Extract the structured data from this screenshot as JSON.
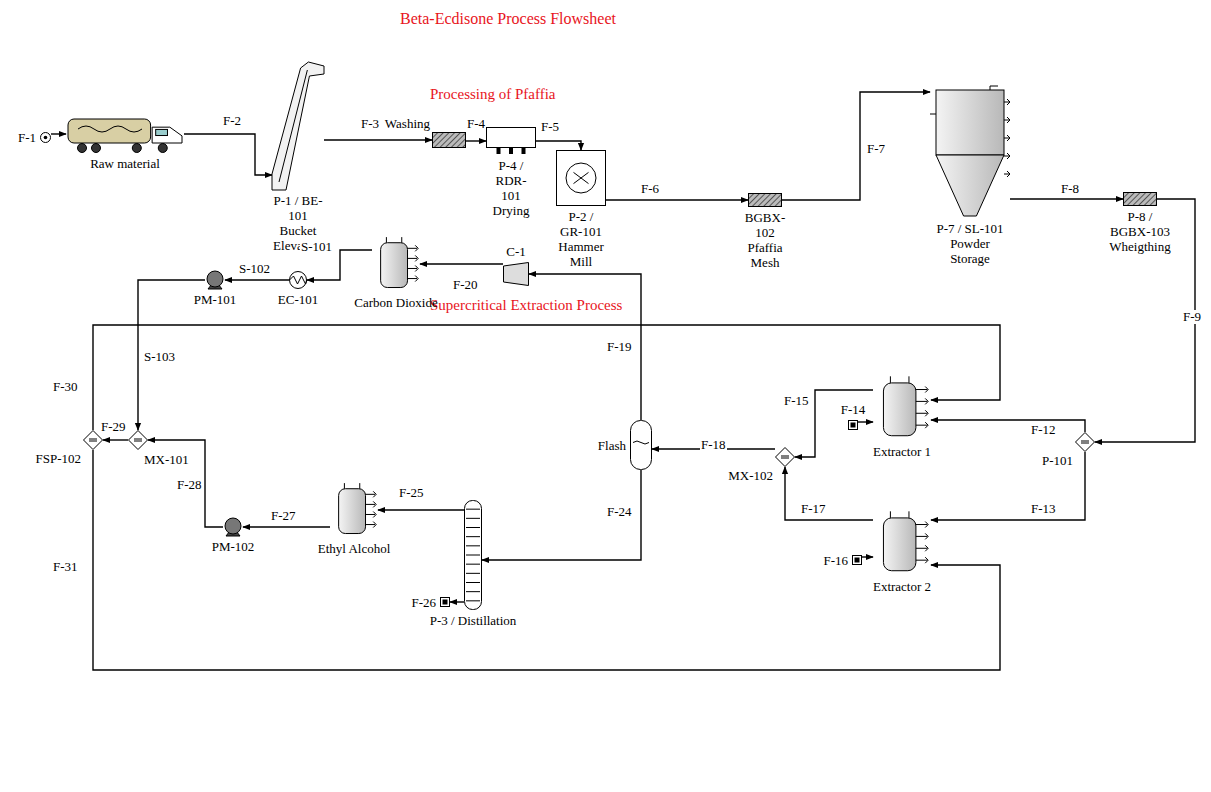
{
  "diagram": {
    "title": "Beta-Ecdisone Process Flowsheet",
    "nodes": [
      {
        "text": [
          "F-1"
        ]
      },
      {
        "text": [
          "Raw material"
        ]
      },
      {
        "text": [
          "P-1 / BE-101 Bucket Elevation"
        ]
      },
      {
        "text": [
          "Washing"
        ]
      },
      {
        "text": [
          "P-4 / RDR-101 Drying"
        ]
      },
      {
        "text": [
          "P-2 / GR-101 Hammer Mill"
        ]
      },
      {
        "text": [
          "BGBX-102 Pfaffia Mesh"
        ]
      },
      {
        "text": [
          "P-7 / SL-101 Powder Storage"
        ]
      },
      {
        "text": [
          "P-8 / BGBX-103 Wheigthing"
        ]
      },
      {
        "text": [
          "P-101"
        ]
      },
      {
        "text": [
          "Extractor 1"
        ]
      },
      {
        "text": [
          "F-14"
        ]
      },
      {
        "text": [
          "Extractor 2"
        ]
      },
      {
        "text": [
          "F-16"
        ]
      },
      {
        "text": [
          "MX-102"
        ]
      },
      {
        "text": [
          "Flash"
        ]
      },
      {
        "text": [
          "C-1"
        ]
      },
      {
        "text": [
          "Carbon Dioxide"
        ]
      },
      {
        "text": [
          "EC-101"
        ]
      },
      {
        "text": [
          "PM-101"
        ]
      },
      {
        "text": [
          "MX-101"
        ]
      },
      {
        "text": [
          "FSP-102"
        ]
      },
      {
        "text": [
          "P-3 / Distillation"
        ]
      },
      {
        "text": [
          "F-26"
        ]
      },
      {
        "text": [
          "Ethyl Alcohol"
        ]
      },
      {
        "text": [
          "PM-102"
        ]
      }
    ],
    "edges": [
      {
        "from": 0,
        "to": 1,
        "arrow": "to"
      },
      {
        "from": 1,
        "to": 2,
        "label": "F-2",
        "arrow": "to"
      },
      {
        "from": 2,
        "to": 3,
        "label": "F-3",
        "arrow": "to"
      },
      {
        "from": 3,
        "to": 4,
        "label": "F-4",
        "arrow": "to"
      },
      {
        "from": 4,
        "to": 5,
        "label": "F-5",
        "arrow": "to"
      },
      {
        "from": 5,
        "to": 6,
        "label": "F-6",
        "arrow": "to"
      },
      {
        "from": 6,
        "to": 7,
        "label": "F-7",
        "arrow": "to"
      },
      {
        "from": 7,
        "to": 8,
        "label": "F-8",
        "arrow": "to"
      },
      {
        "from": 8,
        "to": 9,
        "label": "F-9",
        "arrow": "to"
      },
      {
        "from": 9,
        "to": 10,
        "label": "F-12",
        "arrow": "to"
      },
      {
        "from": 9,
        "to": 12,
        "label": "F-13",
        "arrow": "to"
      },
      {
        "from": 11,
        "to": 10,
        "arrow": "to"
      },
      {
        "from": 13,
        "to": 12,
        "arrow": "to"
      },
      {
        "from": 10,
        "to": 14,
        "label": "F-15",
        "arrow": "to"
      },
      {
        "from": 12,
        "to": 14,
        "label": "F-17",
        "arrow": "to"
      },
      {
        "from": 14,
        "to": 15,
        "label": "F-18",
        "arrow": "to"
      },
      {
        "from": 15,
        "to": 16,
        "label": "F-19",
        "arrow": "to"
      },
      {
        "from": 16,
        "to": 17,
        "label": "F-20",
        "arrow": "to"
      },
      {
        "from": 17,
        "to": 18,
        "label": "S-101",
        "arrow": "to"
      },
      {
        "from": 18,
        "to": 19,
        "label": "S-102",
        "arrow": "to"
      },
      {
        "from": 19,
        "to": 20,
        "label": "S-103",
        "arrow": "to"
      },
      {
        "from": 22,
        "to": 23,
        "arrow": "to"
      },
      {
        "from": 15,
        "to": 22,
        "label": "F-24",
        "arrow": "to"
      },
      {
        "from": 22,
        "to": 24,
        "label": "F-25",
        "arrow": "to"
      },
      {
        "from": 24,
        "to": 25,
        "label": "F-27",
        "arrow": "to"
      },
      {
        "from": 25,
        "to": 20,
        "label": "F-28",
        "arrow": "to"
      },
      {
        "from": 20,
        "to": 21,
        "label": "F-29",
        "arrow": "to"
      },
      {
        "from": 21,
        "to": 10,
        "label": "F-30",
        "arrow": "to"
      },
      {
        "from": 21,
        "to": 12,
        "label": "F-31",
        "arrow": "to"
      }
    ],
    "labels": [
      "Processing of Pfaffia",
      "Supercritical Extraction Process"
    ]
  }
}
